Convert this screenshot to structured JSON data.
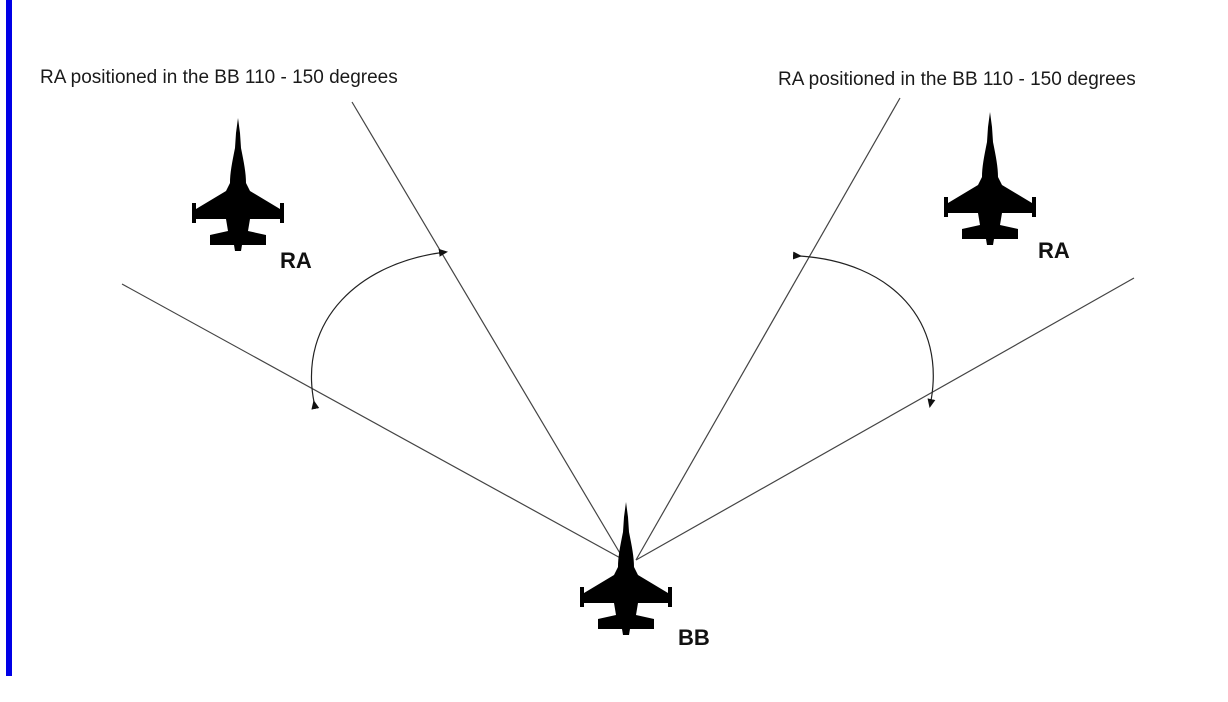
{
  "captions": {
    "left": "RA positioned in the BB 110 - 150 degrees",
    "right": "RA positioned in the BB 110 - 150 degrees"
  },
  "aircraft": {
    "left_label": "RA",
    "right_label": "RA",
    "bottom_label": "BB"
  },
  "colors": {
    "border": "#0000e6",
    "lines": "#444444",
    "aircraft": "#000000"
  },
  "icons": {
    "aircraft": "fighter-jet-icon",
    "arrow": "arrowhead-icon"
  }
}
